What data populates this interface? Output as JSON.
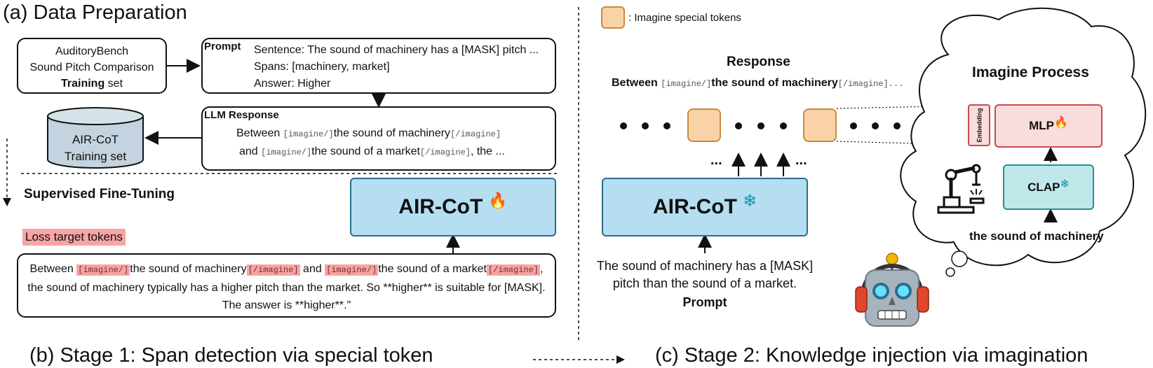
{
  "panel_a": {
    "title": "(a) Data Preparation",
    "bench_line1": "AuditoryBench",
    "bench_line2": "Sound Pitch Comparison",
    "bench_bold": "Training",
    "bench_rest": " set",
    "prompt_label": "Prompt",
    "prompt_sentence": "Sentence: The sound of machinery has a [MASK] pitch ...",
    "prompt_spans": "Spans: [machinery, market]",
    "prompt_answer": "Answer: Higher",
    "llm_label": "LLM Response",
    "llm_between": "Between ",
    "llm_tag_open": "[imagine/]",
    "llm_span1": "the sound of machinery",
    "llm_tag_close": "[/imagine]",
    "llm_and": "and ",
    "llm_span2": "the sound of a market",
    "llm_tail": ", the ...",
    "db_line1": "AIR-CoT",
    "db_line2": "Training set"
  },
  "panel_b": {
    "sft_label": "Supervised Fine-Tuning",
    "model_name": "AIR-CoT",
    "fire_icon": "🔥",
    "loss_label": "Loss target tokens",
    "seq_between": "Between ",
    "seq_tag_open": "[imagine/]",
    "seq_span1": "the sound of machinery",
    "seq_tag_close": "[/imagine]",
    "seq_and": " and ",
    "seq_span2": "the sound of a market",
    "seq_comma": ",",
    "seq_line2": "the sound of machinery typically has a higher pitch than the market. So **higher** is suitable for [MASK].",
    "seq_line3": "The answer is **higher**.\"",
    "stage_title": "(b) Stage 1: Span detection via special token"
  },
  "panel_c": {
    "legend_text": ": Imagine special tokens",
    "response_label": "Response",
    "resp_between": "Between ",
    "resp_tag_open": "[imagine/]",
    "resp_span": "the sound of machinery",
    "resp_tag_close": "[/imagine]...",
    "ellipsis_left": "...",
    "ellipsis_right": "...",
    "model_name": "AIR-CoT",
    "snow_icon": "❄",
    "prompt_line1": "The sound of machinery has a [MASK]",
    "prompt_line2": "pitch than the sound of a market.",
    "prompt_label": "Prompt",
    "cloud_title": "Imagine Process",
    "embedding_label": "Embedding",
    "mlp_label": "MLP",
    "clap_label": "CLAP",
    "cloud_caption": "the sound of machinery",
    "stage_title": "(c) Stage 2: Knowledge injection via imagination"
  },
  "colors": {
    "highlight": "#f6a4a4",
    "token_fill": "#f9d3a7",
    "model_fill": "#b5def0",
    "mlp_fill": "#f9dcdc",
    "clap_fill": "#bfe8ea"
  }
}
